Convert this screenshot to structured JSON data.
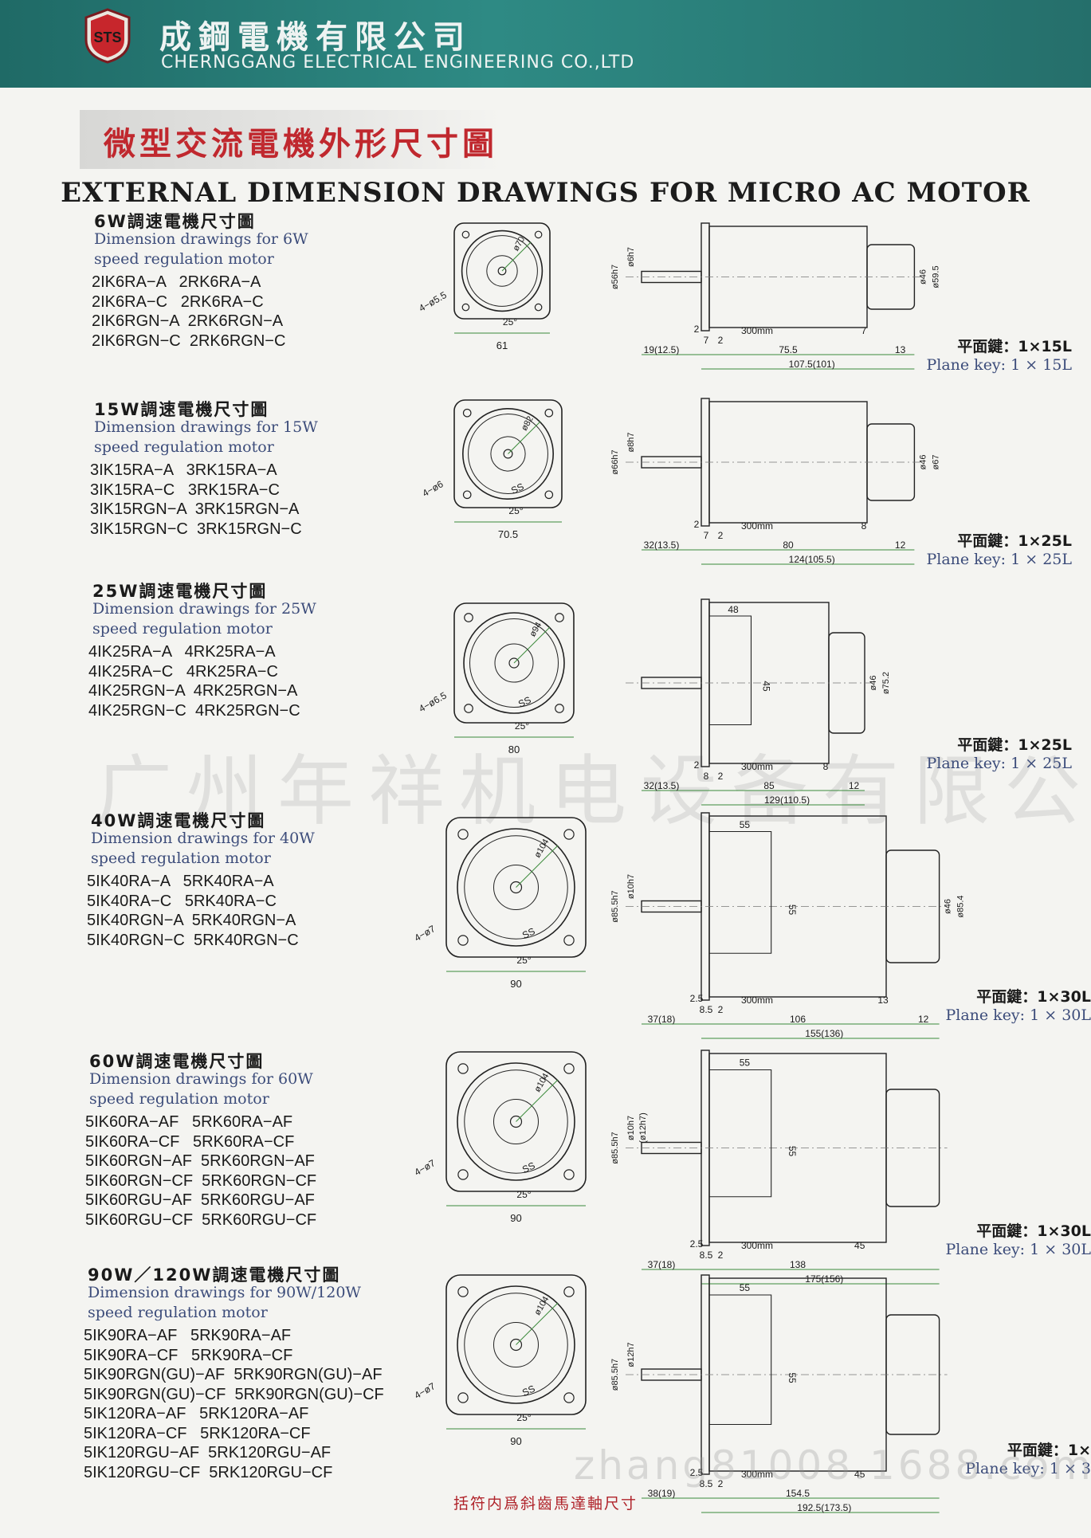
{
  "header": {
    "logo_text": "STS",
    "company_cn": "成鋼電機有限公司",
    "company_en": "CHERNGGANG ELECTRICAL ENGINEERING CO.,LTD"
  },
  "banner_cn": "微型交流電機外形尺寸圖",
  "main_title": "EXTERNAL DIMENSION DRAWINGS FOR MICRO AC MOTOR",
  "sections": [
    {
      "title": "6W調速電機尺寸圖",
      "subtitle": [
        "Dimension drawings for 6W",
        "speed regulation motor"
      ],
      "models": "2IK6RA−A   2RK6RA−A\n2IK6RA−C   2RK6RA−C\n2IK6RGN−A  2RK6RGN−A\n2IK6RGN−C  2RK6RGN−C",
      "front": {
        "pcd": "ø70",
        "holes": "4−ø5.5",
        "angle": "25°",
        "width": "61"
      },
      "side": {
        "shaft": "ø56h7",
        "shaft2": "ø6h7",
        "d1": "ø46",
        "d2": "ø59.5",
        "a": "2",
        "b": "7",
        "c": "2",
        "cable": "300mm",
        "e": "7",
        "ext": "19(12.5)",
        "body": "75.5",
        "tail": "13",
        "total": "107.5(101)"
      },
      "key_cn": "平面鍵：1×15L",
      "key_en": "Plane key: 1 × 15L"
    },
    {
      "title": "15W調速電機尺寸圖",
      "subtitle": [
        "Dimension drawings for 15W",
        "speed regulation motor"
      ],
      "models": "3IK15RA−A   3RK15RA−A\n3IK15RA−C   3RK15RA−C\n3IK15RGN−A  3RK15RGN−A\n3IK15RGN−C  3RK15RGN−C",
      "front": {
        "pcd": "ø82",
        "holes": "4−ø6",
        "angle": "25°",
        "width": "70.5",
        "ss": "SS"
      },
      "side": {
        "shaft": "ø66h7",
        "shaft2": "ø8h7",
        "d1": "ø46",
        "d2": "ø67",
        "a": "2",
        "b": "7",
        "c": "2",
        "cable": "300mm",
        "e": "8",
        "ext": "32(13.5)",
        "body": "80",
        "tail": "12",
        "total": "124(105.5)"
      },
      "key_cn": "平面鍵：1×25L",
      "key_en": "Plane key: 1 × 25L"
    },
    {
      "title": "25W調速電機尺寸圖",
      "subtitle": [
        "Dimension drawings for 25W",
        "speed regulation motor"
      ],
      "models": "4IK25RA−A   4RK25RA−A\n4IK25RA−C   4RK25RA−C\n4IK25RGN−A  4RK25RGN−A\n4IK25RGN−C  4RK25RGN−C",
      "front": {
        "pcd": "ø94",
        "holes": "4−ø6.5",
        "angle": "25°",
        "width": "80",
        "ss": "SS"
      },
      "side": {
        "top": "48",
        "mid": "45",
        "d1": "ø46",
        "d2": "ø75.2",
        "a": "2",
        "b": "8",
        "c": "2",
        "cable": "300mm",
        "e": "8",
        "ext": "32(13.5)",
        "body": "85",
        "tail": "12",
        "total": "129(110.5)"
      },
      "key_cn": "平面鍵：1×25L",
      "key_en": "Plane key: 1 × 25L"
    },
    {
      "title": "40W調速電機尺寸圖",
      "subtitle": [
        "Dimension drawings for 40W",
        "speed regulation motor"
      ],
      "models": "5IK40RA−A   5RK40RA−A\n5IK40RA−C   5RK40RA−C\n5IK40RGN−A  5RK40RGN−A\n5IK40RGN−C  5RK40RGN−C",
      "front": {
        "pcd": "ø104",
        "holes": "4−ø7",
        "angle": "25°",
        "width": "90",
        "ss": "SS"
      },
      "side": {
        "top": "55",
        "mid": "55",
        "shaft": "ø85.5h7",
        "shaft2": "ø10h7",
        "d1": "ø46",
        "d2": "ø85.4",
        "a": "2.5",
        "b": "8.5",
        "c": "2",
        "cable": "300mm",
        "e": "13",
        "ext": "37(18)",
        "body": "106",
        "tail": "12",
        "total": "155(136)"
      },
      "key_cn": "平面鍵：1×30L",
      "key_en": "Plane key: 1 × 30L"
    },
    {
      "title": "60W調速電機尺寸圖",
      "subtitle": [
        "Dimension drawings for 60W",
        "speed regulation motor"
      ],
      "models": "5IK60RA−AF   5RK60RA−AF\n5IK60RA−CF   5RK60RA−CF\n5IK60RGN−AF  5RK60RGN−AF\n5IK60RGN−CF  5RK60RGN−CF\n5IK60RGU−AF  5RK60RGU−AF\n5IK60RGU−CF  5RK60RGU−CF",
      "front": {
        "pcd": "ø104",
        "holes": "4−ø7",
        "angle": "25°",
        "width": "90",
        "ss": "SS"
      },
      "side": {
        "top": "55",
        "mid": "55",
        "shaft": "ø85.5h7",
        "shaft2": "ø10h7",
        "shaft3": "(ø12h7)",
        "a": "2.5",
        "b": "8.5",
        "c": "2",
        "cable": "300mm",
        "fan": "45",
        "ext": "37(18)",
        "body": "138",
        "total": "175(156)"
      },
      "key_cn": "平面鍵：1×30L",
      "key_en": "Plane key: 1 × 30L"
    },
    {
      "title": "90W／120W調速電機尺寸圖",
      "subtitle": [
        "Dimension drawings for 90W/120W",
        "speed regulation motor"
      ],
      "models": "5IK90RA−AF   5RK90RA−AF\n5IK90RA−CF   5RK90RA−CF\n5IK90RGN(GU)−AF  5RK90RGN(GU)−AF\n5IK90RGN(GU)−CF  5RK90RGN(GU)−CF\n5IK120RA−AF   5RK120RA−AF\n5IK120RA−CF   5RK120RA−CF\n5IK120RGU−AF  5RK120RGU−AF\n5IK120RGU−CF  5RK120RGU−CF",
      "front": {
        "pcd": "ø104",
        "holes": "4−ø7",
        "angle": "25°",
        "width": "90",
        "ss": "SS"
      },
      "side": {
        "top": "55",
        "mid": "55",
        "shaft": "ø85.5h7",
        "shaft2": "ø12h7",
        "a": "2.5",
        "b": "8.5",
        "c": "2",
        "cable": "300mm",
        "fan": "45",
        "ext": "38(19)",
        "body": "154.5",
        "total": "192.5(173.5)"
      },
      "key_cn": "平面鍵：1×",
      "key_en": "Plane key: 1 × 3"
    }
  ],
  "watermark": "广州年祥机电设备有限公司",
  "watermark2": "zhang81008.1688.com",
  "footnote": "括符内爲斜齒馬達軸尺寸"
}
